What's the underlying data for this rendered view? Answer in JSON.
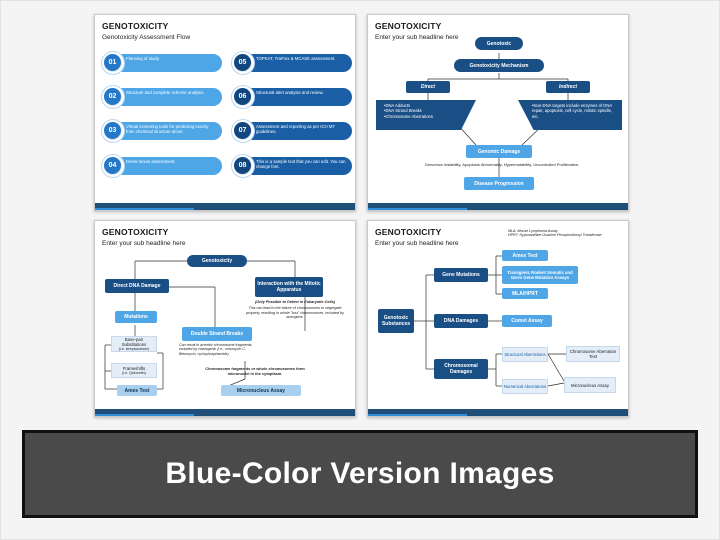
{
  "banner": {
    "title": "Blue-Color Version Images"
  },
  "slide1": {
    "title": "GENOTOXICITY",
    "subtitle": "Genotoxicity Assessment Flow",
    "steps": [
      {
        "num": "01",
        "text": "Planning of study."
      },
      {
        "num": "02",
        "text": "Structure and complete scheme analysis."
      },
      {
        "num": "03",
        "text": "Virtual screening tools for predicting toxicity from chemical structure alone."
      },
      {
        "num": "04",
        "text": "Derek nexus assessment."
      },
      {
        "num": "05",
        "text": "TOPKAT, TraFrex & MCASE assessment."
      },
      {
        "num": "06",
        "text": "Structural alert analysis and review."
      },
      {
        "num": "07",
        "text": "Assessment and reporting as per ICH M7 guidelines."
      },
      {
        "num": "08",
        "text": "This is a sample text that you can edit. You can change font."
      }
    ]
  },
  "slide2": {
    "title": "GENOTOXICITY",
    "subtitle": "Enter your sub headline here",
    "genotoxic": "Genotoxic",
    "mechanism": "Genotoxicity Mechanism",
    "direct": "Direct",
    "indirect": "Indirect",
    "direct_items": [
      "DNA Adducts",
      "DNA Strand Breaks",
      "Chromosome Aberrations"
    ],
    "indirect_items": [
      "Non-DNA targets include enzymes of DNA repair, apoptosis, cell cycle, mitotic spindle, etc."
    ],
    "genomic_damage": "Genomic Damage",
    "consequences": "Genomics Instability, Apoptosis Abnormality, Hypermutability, Uncontrolled Proliferation.",
    "disease": "Disease Progression"
  },
  "slide3": {
    "title": "GENOTOXICITY",
    "subtitle": "Enter your sub headline here",
    "genotoxicity": "Genotoxicity",
    "direct_damage": "Direct DNA Damage",
    "mitotic": "Interaction with the Mitotic Apparatus",
    "mitotic_note_bold": "(Only Possible to Detect in Eukaryotic Cells)",
    "mitotic_note": "This can lead to the failure of chromosomes to segregate properly, resulting in whole \"lost\" chromosomes, included by aneugens.",
    "mutations": "Mutations",
    "double_strand": "Double Strand Breaks",
    "base_pair": "Base-pair Substitutions",
    "base_pair_eg": "(i.e. streptozotocin)",
    "frameshifts": "Frameshifts",
    "frameshifts_eg": "(i.e. Quercetin)",
    "breaks_note": "Can result in acentric chromosome fragments, included by clastogenic (i.e., mitomycin C, Bleomycin, cyclophosphamide).",
    "fragments_note": "Chromosome fragments or whole chromosomes form micronuclei in the cytoplasm.",
    "ames": "Ames Test",
    "micronucleus": "Micronucleus Assay"
  },
  "slide4": {
    "title": "GENOTOXICITY",
    "subtitle": "Enter your sub headline here",
    "note_line1": "MLA: Mouse Lymphoma Assay",
    "note_line2": "HPRT: Hypoxanthine Guanine Phosphoribosyl Transferase",
    "substances": "Genotoxic Substances",
    "gene_mutations": "Gene Mutations",
    "dna_damages": "DNA Damages",
    "chromosomal": "Chromosomal Damages",
    "ames": "Ames Test",
    "transgenic": "Transgenic Rodent Somatic and Germ Gene Mutation Assays",
    "mla": "MLA/HPRT",
    "comet": "Comet Assay",
    "structural": "Structural Aberrations",
    "numerical": "Numerical Aberrations",
    "chromosome_test": "Chromosome Aberration Test",
    "micronucleus": "Micronucleus Assay"
  }
}
